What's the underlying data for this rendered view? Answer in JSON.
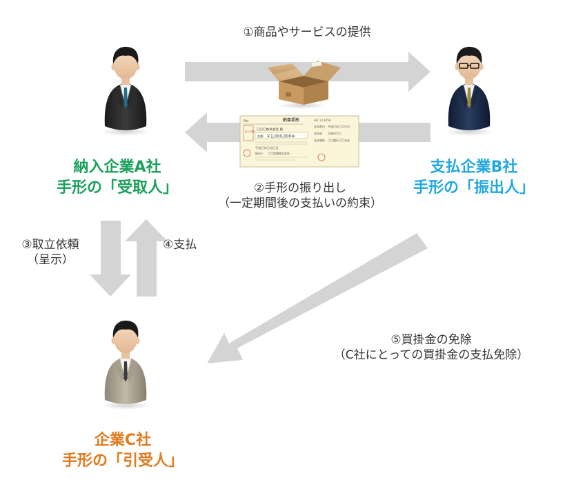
{
  "colors": {
    "arrow": "#d4d4d4",
    "party_a": "#1aa05a",
    "party_b": "#22a8e0",
    "party_c": "#e07a1e",
    "label_text": "#333333"
  },
  "parties": {
    "a": {
      "name": "納入企業A社",
      "role": "手形の「受取人」"
    },
    "b": {
      "name": "支払企業B社",
      "role": "手形の「振出人」"
    },
    "c": {
      "name": "企業C社",
      "role": "手形の「引受人」"
    }
  },
  "steps": {
    "s1": "①商品やサービスの提供",
    "s2_line1": "②手形の振り出し",
    "s2_line2": "（一定期間後の支払いの約束）",
    "s3_line1": "③取立依頼",
    "s3_line2": "（呈示）",
    "s4": "④支払",
    "s5_line1": "⑤買掛金の免除",
    "s5_line2": "（C社にとっての買掛金の支払免除）"
  },
  "promissory_note": {
    "no_label": "No.",
    "title": "約束手形",
    "serial": "AB 123456",
    "payee": "〇〇〇株式会社 殿",
    "amount_label": "金額",
    "amount": "￥1,000,000※",
    "due_label": "支払期日",
    "due_value": "平成〇年〇月〇日",
    "place_label": "支払地",
    "place_value": "大阪市〇〇",
    "bank_label": "支払場所",
    "bank_value": "〇〇銀行〇〇支店",
    "issue_date": "平成〇年〇月〇日",
    "issuer_label": "振出人",
    "issuer_value": "〇〇商事株式会社",
    "stamp_text": "収入印紙"
  }
}
